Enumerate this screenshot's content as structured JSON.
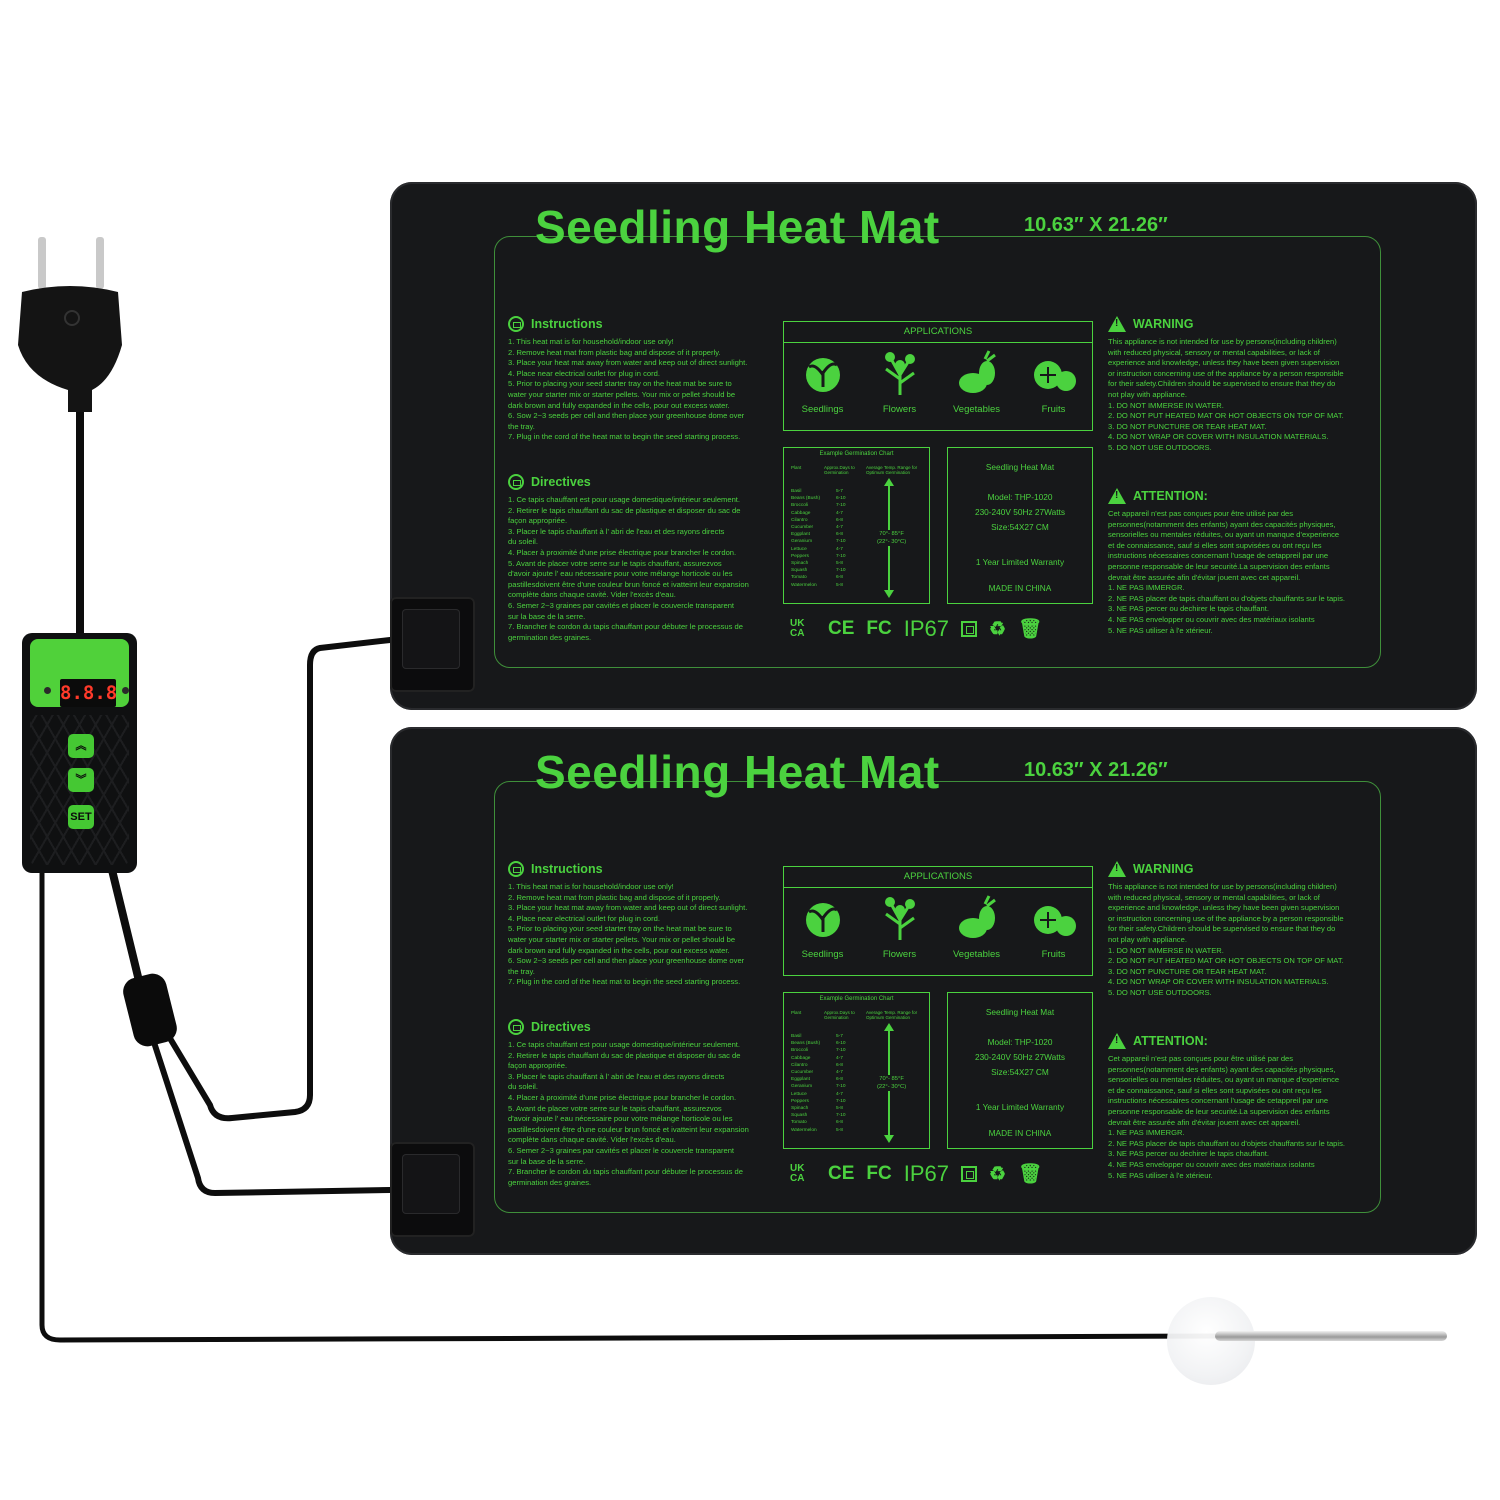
{
  "product": {
    "mats": [
      {
        "title": "Seedling Heat Mat",
        "size": "10.63″ X 21.26″",
        "instructions": {
          "heading": "Instructions",
          "lines": [
            "1. This heat mat is for household/indoor use only!",
            "2. Remove heat mat from plastic bag and dispose of it properly.",
            "3. Place your heat mat away from water and keep out of direct sunlight.",
            "4. Place near electrical outlet for plug in cord.",
            "5. Prior to placing your seed starter tray on the heat mat be sure to",
            "water your starter mix or starter pellets.  Your mix or pellet should be",
            "dark brown and fully expanded in the cells, pour out excess water.",
            "6. Sow 2~3 seeds per cell and then place your greenhouse dome over",
            "the tray.",
            "7. Plug in the cord of the heat mat to begin the seed starting process."
          ]
        },
        "directives": {
          "heading": "Directives",
          "lines": [
            "1. Ce tapis chauffant est pour usage domestique/intérieur seulement.",
            "2. Retirer le tapis chauffant du sac de plastique et disposer du sac de",
            "façon appropriée.",
            "3. Placer le tapis chauffant à  l' abri de l'eau et des rayons directs",
            "du soleil.",
            "4. Placer à proximité d'une prise électrique pour brancher le cordon.",
            "5. Avant de placer votre serre sur le tapis chauffant, assurezvos",
            "d'avoir ajoute l' eau nécessaire pour votre mélange horticole ou les",
            "pastillesdoivent être d'une couleur brun foncé et ivatteint leur expansion",
            "complète dans chaque cavité. Vider l'excès d'eau.",
            "6. Semer 2~3 graines par cavités et placer le couvercle transparent",
            "sur la base de la serre.",
            "7. Brancher le cordon du tapis chauffant pour débuter le processus de",
            "germination des graines."
          ]
        },
        "applications": {
          "heading": "APPLICATIONS",
          "items": [
            "Seedlings",
            "Flowers",
            "Vegetables",
            "Fruits"
          ]
        },
        "germination_chart": {
          "title": "Example Germination Chart",
          "col_plant": "Plant",
          "col_days": "Approx.Days to Germination",
          "col_range": "Average Temp. Range for Optimum Germination",
          "plants": [
            "Basil",
            "Beans (Bush)",
            "Broccoli",
            "Cabbage",
            "Cilantro",
            "Cucumber",
            "Eggplant",
            "Geranium",
            "Lettuce",
            "Peppers",
            "Spinach",
            "Squash",
            "Tomato",
            "Watermelon"
          ],
          "days": [
            "5-7",
            "6-10",
            "7-10",
            "4-7",
            "6-8",
            "4-7",
            "6-8",
            "7-10",
            "4-7",
            "7-10",
            "5-8",
            "7-10",
            "6-8",
            "5-8"
          ],
          "range_f": "70°- 85°F",
          "range_c": "(22°- 30°C)"
        },
        "model_box": {
          "name": "Seedling Heat Mat",
          "model": "Model: THP-1020",
          "power": "230-240V 50Hz 27Watts",
          "size": "Size:54X27 CM",
          "warranty": "1 Year Limited Warranty",
          "origin": "MADE IN CHINA"
        },
        "certifications": [
          "UK CA",
          "CE",
          "FC",
          "IP67"
        ],
        "warning": {
          "heading": "WARNING",
          "lines": [
            "This appliance is not intended for use by persons(including children)",
            "with reduced physical, sensory or mental capabilities, or lack of",
            "experience and knowledge, unless they have been given supervision",
            "or instruction concerning use of the appliance by a person responsible",
            "for their safety.Children should be supervised to ensure that they do",
            "not play with appliance.",
            "1. DO NOT IMMERSE IN WATER.",
            "2. DO NOT PUT HEATED MAT OR HOT OBJECTS ON TOP OF MAT.",
            "3. DO NOT PUNCTURE OR TEAR HEAT MAT.",
            "4. DO NOT WRAP OR COVER WITH INSULATION MATERIALS.",
            "5. DO NOT USE OUTDOORS."
          ]
        },
        "attention": {
          "heading": "ATTENTION:",
          "lines": [
            "Cet appareil n'est pas conçues pour être utilisé par des",
            "personnes(notamment des enfants) ayant des capacités physiques,",
            "sensorielles ou mentales réduites, ou ayant un manque d'experience",
            "et de connaissance, sauf si elles sont supvisées ou ont reçu les",
            "instructions nécessaires concernant l'usage de cetappreil par une",
            "personne responsable de leur securité.La supervision des enfants",
            "devrait être assurée afin d'évitar jouent avec cet appareil.",
            "1. NE PAS IMMERGR.",
            "2. NE PAS placer de tapis chauffant ou d'objets chauffants  sur le tapis.",
            "3. NE PAS percer ou dechirer le tapis chauffant.",
            "4. NE PAS envelopper ou couvrir avec des matériaux isolants",
            "5. NE PAS utiliser à l'e xtérieur."
          ]
        }
      }
    ],
    "controller": {
      "display": "8.8.8",
      "buttons": [
        "up",
        "down",
        "SET"
      ]
    },
    "colors": {
      "mat": "#17181a",
      "print_green": "#4bd23f",
      "controller_green": "#50d13a",
      "display_red": "#ff3a2a",
      "background": "#ffffff"
    }
  }
}
